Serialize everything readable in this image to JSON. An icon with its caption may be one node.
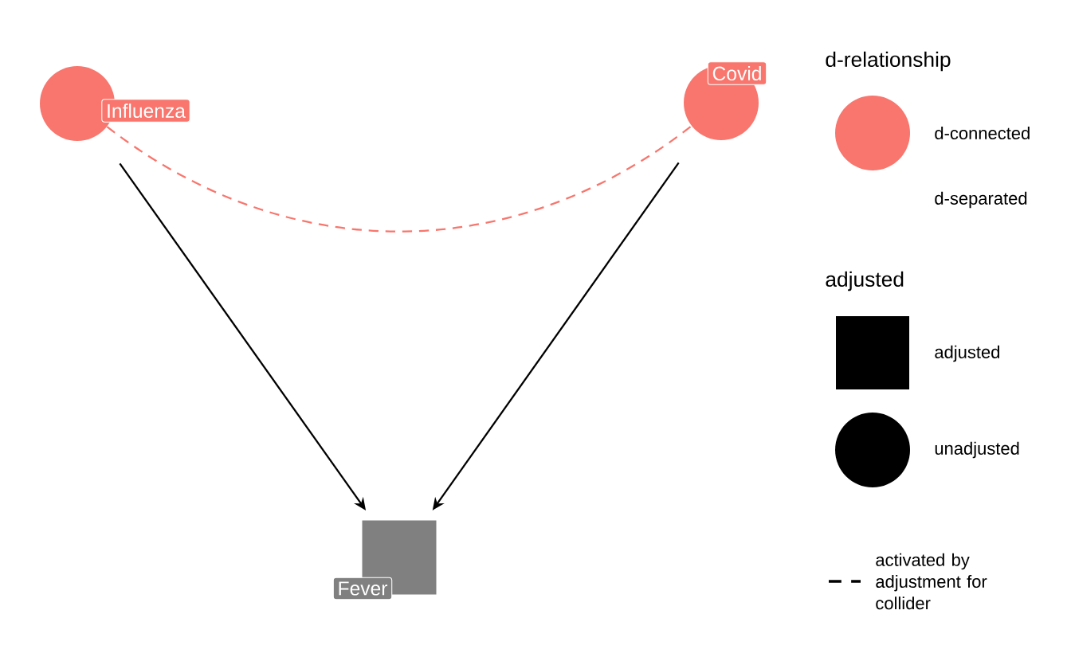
{
  "diagram": {
    "nodes": [
      {
        "text": [
          "Influenza"
        ]
      },
      {
        "text": [
          "Covid"
        ]
      },
      {
        "text": [
          "Fever"
        ]
      }
    ],
    "edges": [
      {
        "from": 0,
        "to": 2,
        "arrow": "to"
      },
      {
        "from": 1,
        "to": 2,
        "arrow": "to"
      },
      {
        "from": 0,
        "to": 1,
        "arrow": "none",
        "style": "dashed",
        "color": "#f8766d"
      }
    ],
    "labels": [
      "d-relationship",
      "adjusted"
    ],
    "legend": [
      {
        "text": "d-connected",
        "color": "#f8766d"
      },
      {
        "text": "d-separated"
      },
      {
        "text": "adjusted"
      },
      {
        "text": "unadjusted"
      },
      {
        "text": "activated by adjustment for collider"
      }
    ]
  }
}
